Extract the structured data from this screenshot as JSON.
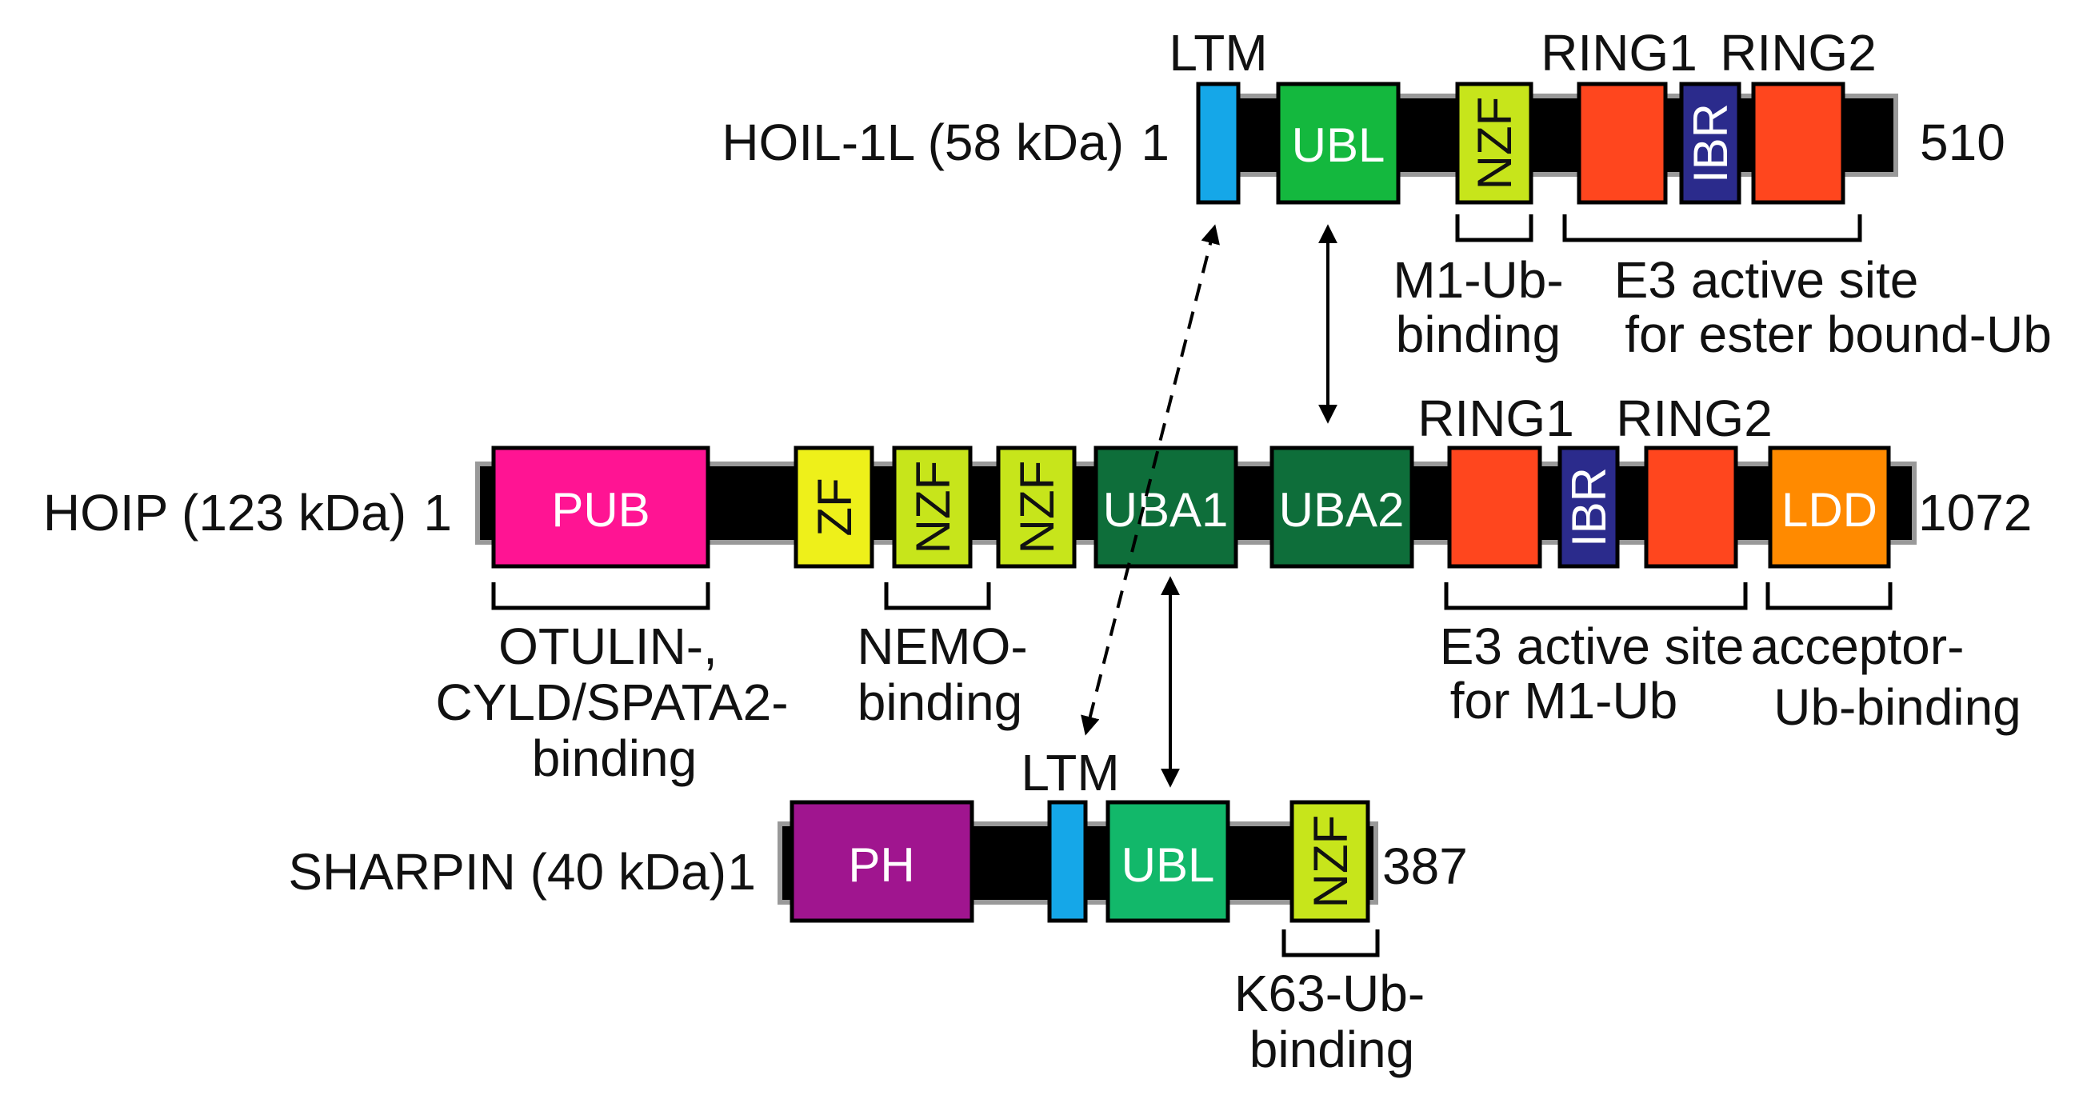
{
  "proteins": {
    "hoil": {
      "name": "HOIL-1L (58 kDa)",
      "start": "1",
      "end": "510",
      "domains": {
        "ltm": {
          "label": "",
          "color": "#15A7E8"
        },
        "ubl": {
          "label": "UBL",
          "color": "#14B83E"
        },
        "nzf": {
          "label": "NZF",
          "color": "#C7E51B"
        },
        "ring1": {
          "label": "",
          "color": "#FF461E"
        },
        "ibr": {
          "label": "IBR",
          "color": "#2B2B8C"
        },
        "ring2": {
          "label": "",
          "color": "#FF461E"
        }
      },
      "top_labels": {
        "ltm": "LTM",
        "ring1": "RING1",
        "ring2": "RING2"
      },
      "annotations": {
        "m1_line1": "M1-Ub-",
        "m1_line2": "binding",
        "e3_line1": "E3 active site",
        "e3_line2": "for ester bound-Ub"
      }
    },
    "hoip": {
      "name": "HOIP (123 kDa)",
      "start": "1",
      "end": "1072",
      "domains": {
        "pub": {
          "label": "PUB",
          "color": "#FF1493"
        },
        "zf": {
          "label": "ZF",
          "color": "#EEF01A"
        },
        "nzf1": {
          "label": "NZF",
          "color": "#C7E51B"
        },
        "nzf2": {
          "label": "NZF",
          "color": "#C7E51B"
        },
        "uba1": {
          "label": "UBA1",
          "color": "#0E6E3A"
        },
        "uba2": {
          "label": "UBA2",
          "color": "#0E6E3A"
        },
        "ring1": {
          "label": "",
          "color": "#FF461E"
        },
        "ibr": {
          "label": "IBR",
          "color": "#2B2B8C"
        },
        "ring2": {
          "label": "",
          "color": "#FF461E"
        },
        "ldd": {
          "label": "LDD",
          "color": "#FF8A00"
        }
      },
      "top_labels": {
        "ring1": "RING1",
        "ring2": "RING2"
      },
      "annotations": {
        "otulin_line1": "OTULIN-,",
        "otulin_line2": "CYLD/SPATA2-",
        "otulin_line3": "binding",
        "nemo_line1": "NEMO-",
        "nemo_line2": "binding",
        "e3_line1": "E3 active site",
        "e3_line2": "for M1-Ub",
        "acceptor_line1": "acceptor-",
        "acceptor_line2": "Ub-binding"
      }
    },
    "sharpin": {
      "name": "SHARPIN (40 kDa)",
      "start": "1",
      "end": "387",
      "domains": {
        "ph": {
          "label": "PH",
          "color": "#A0158F"
        },
        "ltm": {
          "label": "",
          "color": "#15A7E8"
        },
        "ubl": {
          "label": "UBL",
          "color": "#12B86A"
        },
        "nzf": {
          "label": "NZF",
          "color": "#C7E51B"
        }
      },
      "top_labels": {
        "ltm": "LTM"
      },
      "annotations": {
        "k63_line1": "K63-Ub-",
        "k63_line2": "binding"
      }
    }
  }
}
